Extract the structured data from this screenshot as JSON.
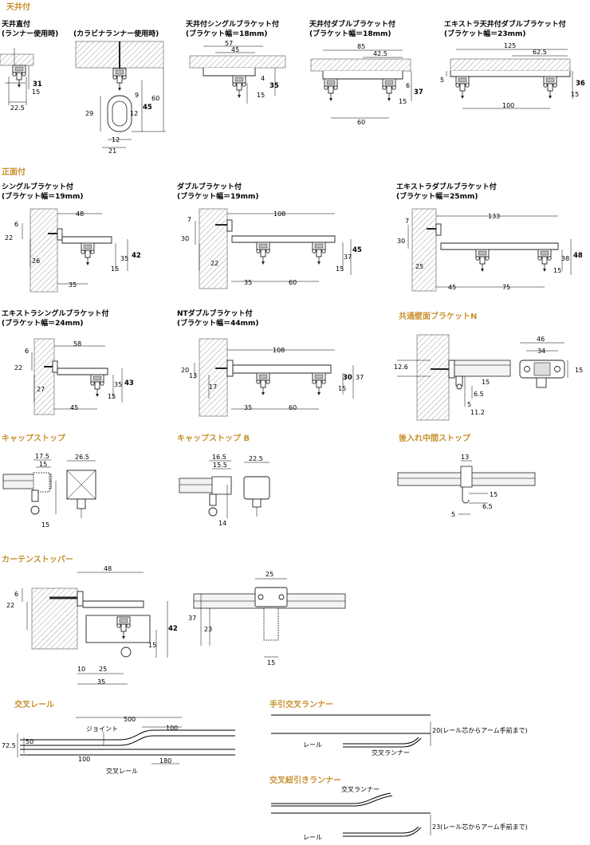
{
  "sections": {
    "ceiling": "天井付",
    "front": "正面付",
    "cap_stop": "キャップストップ",
    "cap_stop_b": "キャップストップ B",
    "rear_stop": "後入れ中間ストップ",
    "curtain_stopper": "カーテンストッパー",
    "cross_rail": "交叉レール",
    "hand_cross_runner": "手引交叉ランナー",
    "cord_cross_runner": "交叉紐引きランナー",
    "common_wall_bracket": "共通壁面ブラケットN"
  },
  "titles": {
    "direct1": "天井直付",
    "direct2": "(ランナー使用時)",
    "carabiner": "(カラビナランナー使用時)",
    "cs1": "天井付シングルブラケット付",
    "cs2": "(ブラケット幅＝18mm)",
    "cd1": "天井付ダブルブラケット付",
    "cd2": "(ブラケット幅＝18mm)",
    "ce1": "エキストラ天井付ダブルブラケット付",
    "ce2": "(ブラケット幅＝23mm)",
    "fs1": "シングルブラケット付",
    "fs2": "(ブラケット幅＝19mm)",
    "fd1": "ダブルブラケット付",
    "fd2": "(ブラケット幅＝19mm)",
    "fe1": "エキストラダブルブラケット付",
    "fe2": "(ブラケット幅＝25mm)",
    "fes1": "エキストラシングルブラケット付",
    "fes2": "(ブラケット幅＝24mm)",
    "nt1": "NTダブルブラケット付",
    "nt2": "(ブラケット幅＝44mm)"
  },
  "dims": {
    "d31": "31",
    "d15a": "15",
    "d22_5": "22.5",
    "d60": "60",
    "d45a": "45",
    "d9": "9",
    "d12a": "12",
    "d29": "29",
    "d12b": "12",
    "d21": "21",
    "d57": "57",
    "d45b": "45",
    "d4": "4",
    "d35a": "35",
    "d15b": "15",
    "d85": "85",
    "d42_5": "42.5",
    "d6a": "6",
    "d37a": "37",
    "d15c": "15",
    "d60b": "60",
    "d125": "125",
    "d62_5": "62.5",
    "d5a": "5",
    "d36": "36",
    "d15d": "15",
    "d100a": "100",
    "d48a": "48",
    "d6b": "6",
    "d22a": "22",
    "d26": "26",
    "d35b": "35",
    "d42a": "42",
    "d15e": "15",
    "d35c": "35",
    "d108a": "108",
    "d7a": "7",
    "d30a": "30",
    "d22b": "22",
    "d37b": "37",
    "d45c": "45",
    "d15f": "15",
    "d35d": "35",
    "d60c": "60",
    "d133": "133",
    "d7b": "7",
    "d30b": "30",
    "d25a": "25",
    "d38": "38",
    "d48b": "48",
    "d15g": "15",
    "d45d": "45",
    "d75": "75",
    "d58": "58",
    "d6c": "6",
    "d22c": "22",
    "d27": "27",
    "d35e": "35",
    "d43": "43",
    "d15h": "15",
    "d45e": "45",
    "d108b": "108",
    "d20": "20",
    "d13": "13",
    "d17": "17",
    "d30c": "30",
    "d37c": "37",
    "d15i": "15",
    "d35f": "35",
    "d60d": "60",
    "d12_6": "12.6",
    "d15j": "15",
    "d6_5a": "6.5",
    "d5b": "5",
    "d11_2": "11.2",
    "d46": "46",
    "d34": "34",
    "d15k": "15",
    "d17_5": "17.5",
    "d15l": "15",
    "d26_5": "26.5",
    "d15m": "15",
    "d16_5": "16.5",
    "d15_5": "15.5",
    "d22_5b": "22.5",
    "d14": "14",
    "d13b": "13",
    "d15n": "15",
    "d6_5b": "6.5",
    "d5c": "5",
    "d48c": "48",
    "d6d": "6",
    "d22d": "22",
    "d42b": "42",
    "d15o": "15",
    "d10": "10",
    "d25b": "25",
    "d35g": "35",
    "d25c": "25",
    "d37d": "37",
    "d23": "23",
    "d15p": "15",
    "d500": "500",
    "d100b": "100",
    "d72_5": "72.5",
    "d50": "50",
    "d100c": "100",
    "d180": "180"
  },
  "notes": {
    "joint": "ジョイント",
    "cross_rail": "交叉レール",
    "rail1": "レール",
    "cross_runner1": "交叉ランナー",
    "note20": "20(レール芯からアーム手前まで)",
    "cross_runner2": "交叉ランナー",
    "rail2": "レール",
    "note23": "23(レール芯からアーム手前まで)"
  },
  "colors": {
    "section": "#c8902e"
  }
}
